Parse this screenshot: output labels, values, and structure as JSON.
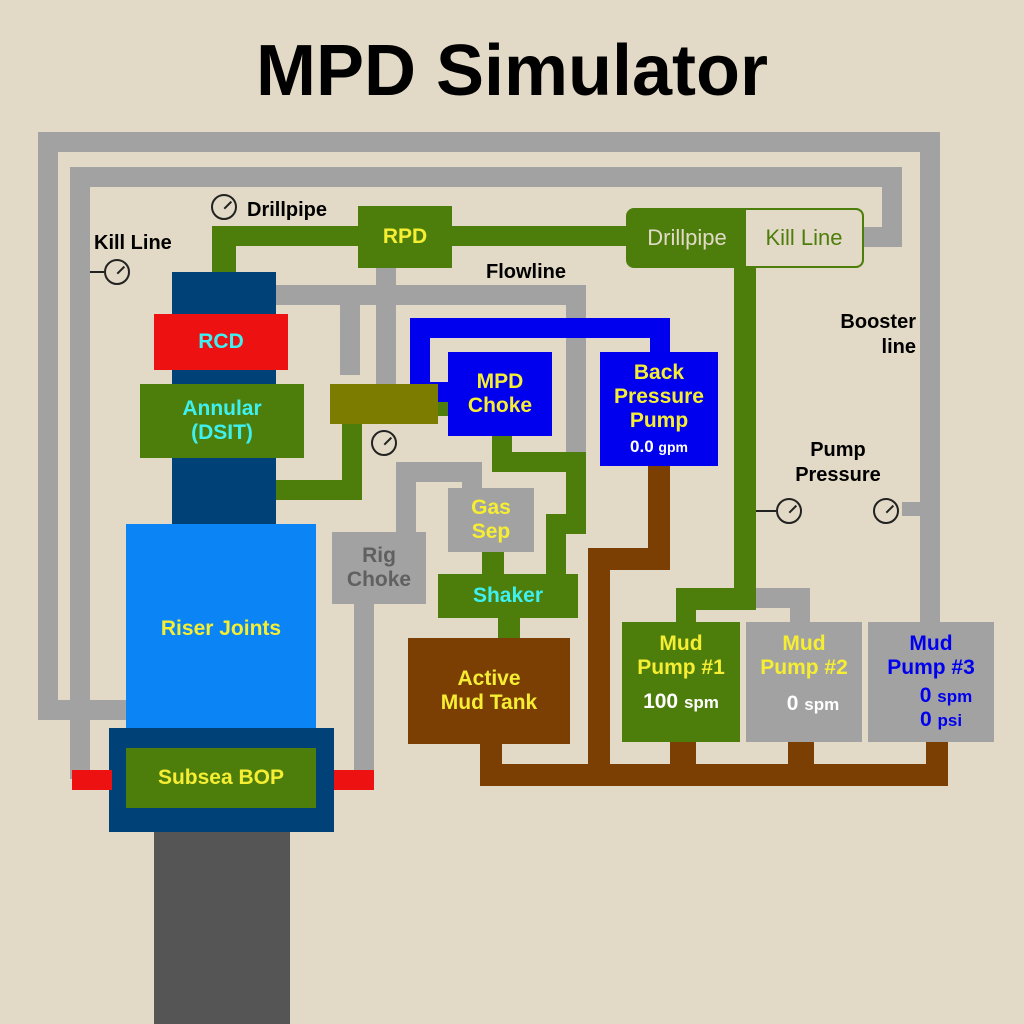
{
  "title": "MPD Simulator",
  "labels": {
    "drillpipe": "Drillpipe",
    "kill_line": "Kill Line",
    "flowline": "Flowline",
    "booster_line": "Booster line",
    "pump_pressure": "Pump Pressure"
  },
  "components": {
    "rpd": "RPD",
    "rcd": "RCD",
    "annular": "Annular (DSIT)",
    "mpd_choke": "MPD Choke",
    "back_pressure_pump": "Back Pressure Pump",
    "bpp_flow": "0.0",
    "bpp_flow_unit": "gpm",
    "gas_sep": "Gas Sep",
    "rig_choke": "Rig Choke",
    "shaker": "Shaker",
    "active_mud_tank": "Active Mud Tank",
    "riser_joints": "Riser Joints",
    "subsea_bop": "Subsea BOP"
  },
  "toggle": {
    "drillpipe": "Drillpipe",
    "kill_line": "Kill Line",
    "selected": "Drillpipe"
  },
  "pumps": [
    {
      "name": "Mud Pump #1",
      "spm": "100",
      "spm_unit": "spm"
    },
    {
      "name": "Mud Pump #2",
      "spm": "0",
      "spm_unit": "spm"
    },
    {
      "name": "Mud Pump #3",
      "spm": "0",
      "spm_unit": "spm",
      "psi": "0",
      "psi_unit": "psi"
    }
  ],
  "colors": {
    "background": "#e2dac6",
    "green_pipe": "#4d7e0b",
    "gray_pipe": "#a2a2a2",
    "blue_pipe": "#0000ee",
    "brown_pipe": "#7b3f04",
    "riser_blue": "#0b84f5",
    "stack_navy": "#004177",
    "rcd_red": "#ee1111",
    "label_yellow": "#f5ee33",
    "label_cyan": "#3ff0f0"
  },
  "icons": [
    "pressure-gauge-icon"
  ]
}
